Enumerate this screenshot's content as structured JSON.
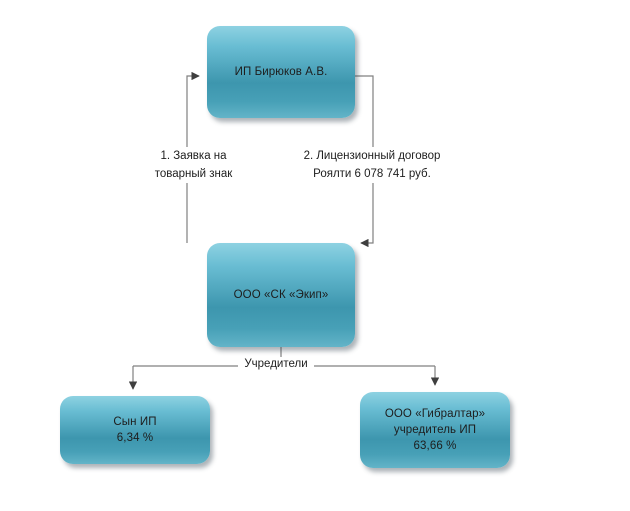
{
  "diagram": {
    "type": "flowchart",
    "title": "",
    "nodes": [
      {
        "id": "top",
        "label": "ИП Бирюков А.В."
      },
      {
        "id": "middle",
        "label": "ООО «СК «Экип»"
      },
      {
        "id": "son",
        "label": "Сын ИП\n6,34 %"
      },
      {
        "id": "gib",
        "label": "ООО «Гибралтар»\nучредитель ИП\n63,66 %"
      }
    ],
    "edges": [
      {
        "id": "request",
        "from": "middle",
        "to": "top",
        "label": "1. Заявка на\nтоварный знак"
      },
      {
        "id": "license",
        "from": "top",
        "to": "middle",
        "label": "2. Лицензионный договор\nРоялти 6 078 741 руб."
      },
      {
        "id": "founders",
        "from": "middle",
        "to": "son,gib",
        "label": "Учредители"
      }
    ],
    "colors": {
      "node_top": "#8ed2e2",
      "node_mid": "#3d96ae",
      "node_bottom": "#63b4c8",
      "line": "#595959",
      "text": "#1d1d1d",
      "background": "#ffffff"
    }
  }
}
